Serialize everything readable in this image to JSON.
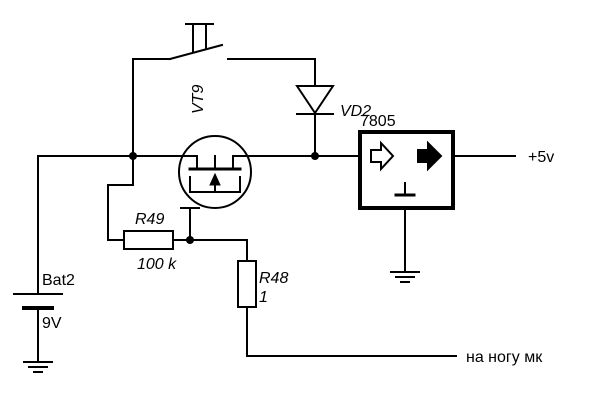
{
  "labels": {
    "vt_ref": "VT9",
    "vd_ref": "VD2",
    "reg_ref": "7805",
    "out_label": "+5v",
    "bat_ref": "Bat2",
    "bat_value": "9V",
    "r49_ref": "R49",
    "r49_value": "100 k",
    "r48_ref": "R48",
    "r48_value": "1",
    "pin_label": "на ногу мк"
  }
}
